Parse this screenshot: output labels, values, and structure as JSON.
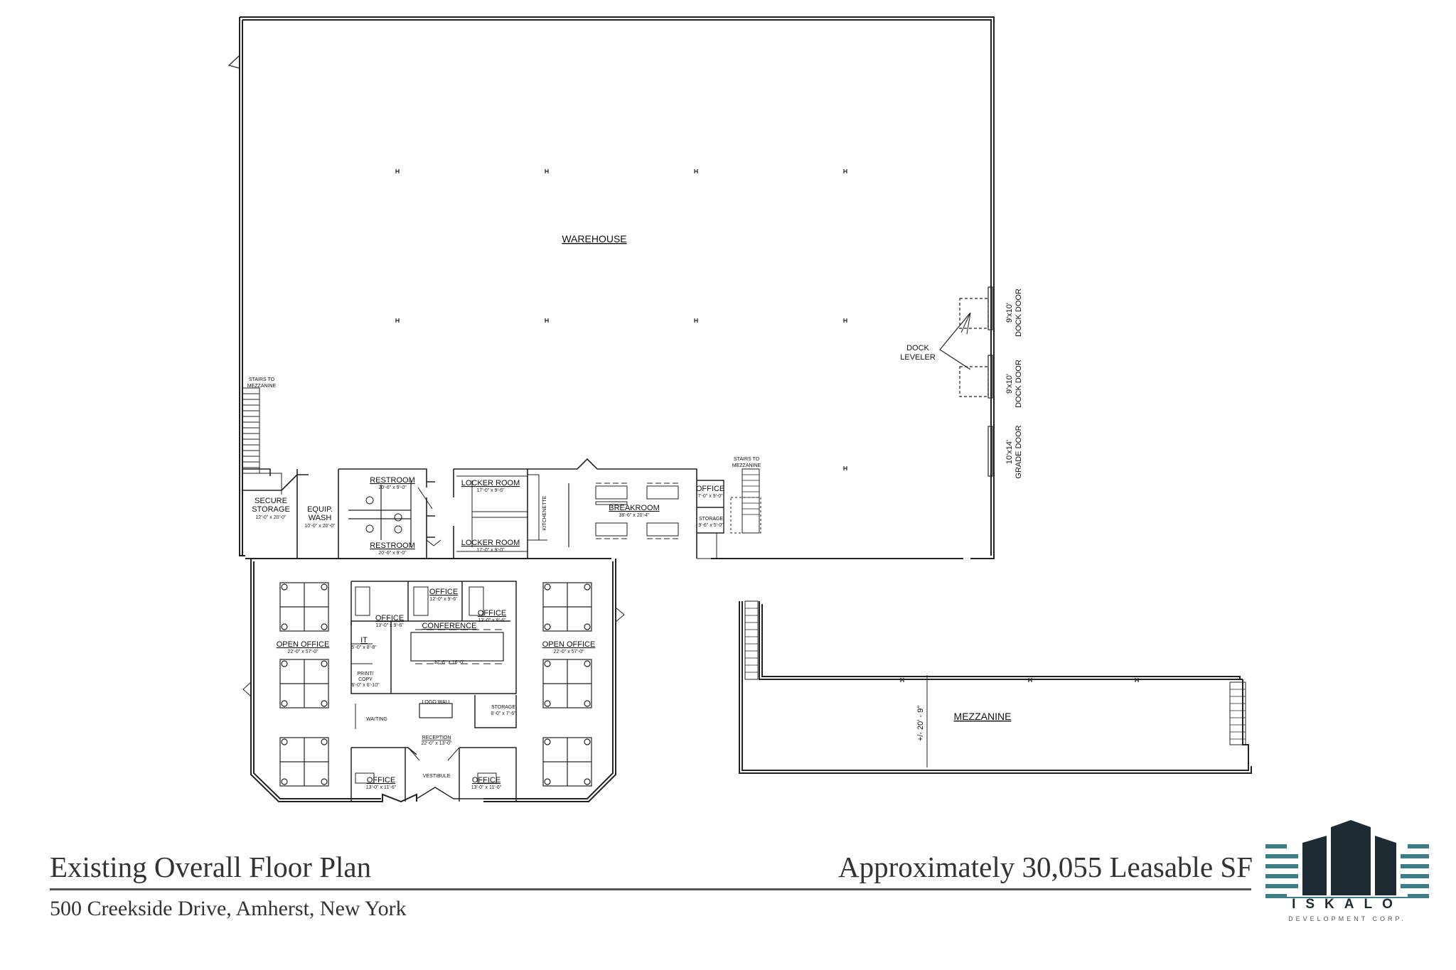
{
  "title": "Existing Overall Floor Plan",
  "address": "500 Creekside Drive, Amherst, New York",
  "area_note": "Approximately 30,055 Leasable SF",
  "company": {
    "name": "ISKALO",
    "subtitle": "DEVELOPMENT CORP.",
    "colors": {
      "dark": "#1f2b33",
      "teal": "#3e7d86"
    }
  },
  "rooms": {
    "warehouse": "WAREHOUSE",
    "dock_leveler_1": "DOCK",
    "dock_leveler_2": "LEVELER",
    "dock_door_1": "9'x10'",
    "dock_door_1_label": "DOCK DOOR",
    "dock_door_2": "9'x10'",
    "dock_door_2_label": "DOCK DOOR",
    "grade_door": "10'x14'",
    "grade_door_label": "GRADE DOOR",
    "stairs_left_1": "STAIRS TO",
    "stairs_left_2": "MEZZANINE",
    "stairs_right_1": "STAIRS TO",
    "stairs_right_2": "MEZZANINE",
    "secure_storage_1": "SECURE",
    "secure_storage_2": "STORAGE",
    "secure_storage_dim": "12'-0\" x 20'-0\"",
    "equip_wash_1": "EQUIP.",
    "equip_wash_2": "WASH",
    "equip_wash_dim": "10'-0\" x 20'-0\"",
    "restroom_top": "RESTROOM",
    "restroom_top_dim": "20'-6\" x 9'-0\"",
    "restroom_bottom": "RESTROOM",
    "restroom_bottom_dim": "20'-6\" x 9'-0\"",
    "locker_top": "LOCKER ROOM",
    "locker_top_dim": "17'-0\" x 9'-6\"",
    "locker_bottom": "LOCKER ROOM",
    "locker_bottom_dim": "17'-0\" x 9'-0\"",
    "kitchenette": "KITCHENETTE",
    "breakroom": "BREAKROOM",
    "breakroom_dim": "38'-6\" x 20'-4\"",
    "office_wh": "OFFICE",
    "office_wh_dim": "7'-0\" x 9'-0\"",
    "storage_wh": "STORAGE",
    "storage_wh_dim": "9'-6\" x 5'-0\"",
    "open_office_left": "OPEN OFFICE",
    "open_office_left_dim": "22'-0\" x 57'-0\"",
    "open_office_right": "OPEN OFFICE",
    "open_office_right_dim": "22'-0\" x 57'-0\"",
    "office_a": "OFFICE",
    "office_a_dim": "13'-0\" x 9'-6\"",
    "office_b": "OFFICE",
    "office_b_dim": "12'-0\" x 9'-6\"",
    "office_c": "OFFICE",
    "office_c_dim": "13'-0\" x 9'-6\"",
    "it": "IT",
    "it_dim": "5'-0\" x 8'-8\"",
    "print_copy_1": "PRINT/",
    "print_copy_2": "COPY",
    "print_copy_dim": "6'-0\" x 6'-10\"",
    "conference": "CONFERENCE",
    "conference_dim": "32'-6\" x 16'-0\"",
    "logo_wall": "LOGO WALL",
    "storage_front": "STORAGE",
    "storage_front_dim": "8'-0\" x 7'-6\"",
    "waiting": "WAITING",
    "reception": "RECEPTION",
    "reception_dim": "22'-0\" x 13'-0\"",
    "vestibule": "VESTIBULE",
    "office_d": "OFFICE",
    "office_d_dim": "13'-0\" x 11'-6\"",
    "office_e": "OFFICE",
    "office_e_dim": "13'-0\" x 11'-6\"",
    "mezzanine": "MEZZANINE",
    "mezzanine_height": "+/- 20' - 9\""
  }
}
